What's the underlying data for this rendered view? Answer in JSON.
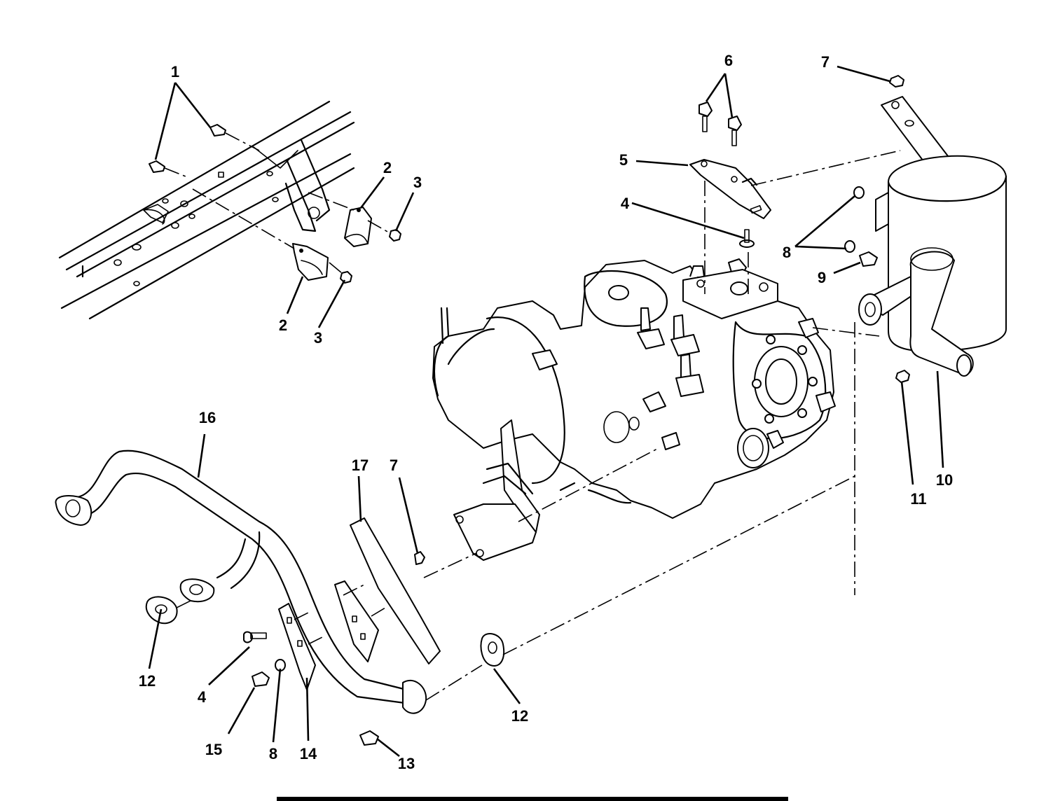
{
  "callouts": [
    {
      "id": "c1",
      "text": "1"
    },
    {
      "id": "c2a",
      "text": "2"
    },
    {
      "id": "c3a",
      "text": "3"
    },
    {
      "id": "c2b",
      "text": "2"
    },
    {
      "id": "c3b",
      "text": "3"
    },
    {
      "id": "c6",
      "text": "6"
    },
    {
      "id": "c5",
      "text": "5"
    },
    {
      "id": "c4a",
      "text": "4"
    },
    {
      "id": "c7a",
      "text": "7"
    },
    {
      "id": "c8a",
      "text": "8"
    },
    {
      "id": "c9",
      "text": "9"
    },
    {
      "id": "c11",
      "text": "11"
    },
    {
      "id": "c10",
      "text": "10"
    },
    {
      "id": "c16",
      "text": "16"
    },
    {
      "id": "c17",
      "text": "17"
    },
    {
      "id": "c7b",
      "text": "7"
    },
    {
      "id": "c12a",
      "text": "12"
    },
    {
      "id": "c4b",
      "text": "4"
    },
    {
      "id": "c15",
      "text": "15"
    },
    {
      "id": "c8b",
      "text": "8"
    },
    {
      "id": "c14",
      "text": "14"
    },
    {
      "id": "c13",
      "text": "13"
    },
    {
      "id": "c12b",
      "text": "12"
    }
  ]
}
